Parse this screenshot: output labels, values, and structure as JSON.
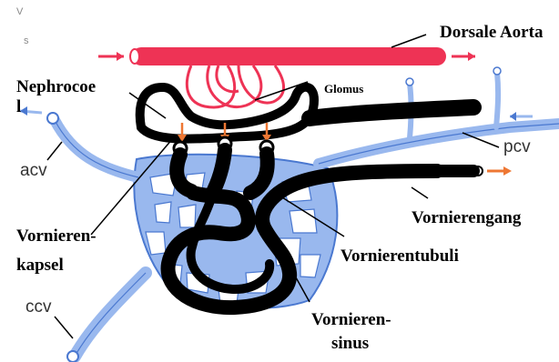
{
  "labels": {
    "corner_top": "V",
    "corner_bottom": "s",
    "dorsale_aorta": "Dorsale Aorta",
    "nephrocoel_line1": "Nephrocoe",
    "nephrocoel_line2": "l",
    "glomus": "Glomus",
    "acv": "acv",
    "pcv": "pcv",
    "vornierengang": "Vornierengang",
    "vornierenkapsel_line1": "Vornieren-",
    "vornierenkapsel_line2": "kapsel",
    "vornierentubuli": "Vornierentubuli",
    "ccv": "ccv",
    "vorniere_sinus_line1": "Vornieren-",
    "vorniere_sinus_line2": "sinus"
  },
  "colors": {
    "aorta": "#ee3355",
    "veins": "#99b8ee",
    "vein_outline": "#4a78d0",
    "kidney": "#000000",
    "flow_arrow_vein": "#ee3355",
    "flow_arrow_duct": "#ee7733",
    "filtration_arrow": "#ee7733"
  }
}
